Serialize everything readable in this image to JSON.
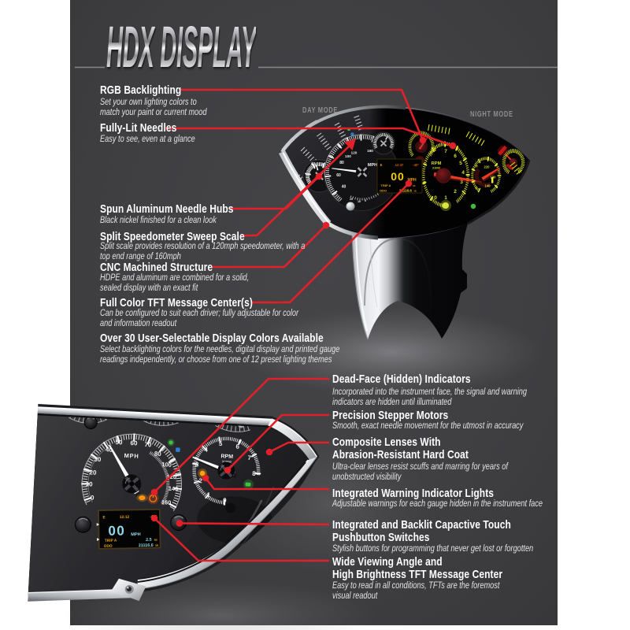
{
  "page": {
    "title": "HDX DISPLAY",
    "background_color": "#3e3e41",
    "frame_color": "#ffffff",
    "accent_red": "#e2202a",
    "gauge_yellow": "#d6de25",
    "text_color": "#ffffff"
  },
  "modes": {
    "day": "DAY MODE",
    "night": "NIGHT MODE"
  },
  "features_left": [
    {
      "heading": [
        "RGB Backlighting"
      ],
      "desc": [
        "Set your own lighting colors to",
        "match your paint or current mood"
      ]
    },
    {
      "heading": [
        "Fully-Lit Needles"
      ],
      "desc": [
        "Easy to see, even at a glance"
      ]
    },
    {
      "heading": [
        "Spun Aluminum Needle Hubs"
      ],
      "desc": [
        "Black nickel finished for a clean look"
      ]
    },
    {
      "heading": [
        "Split Speedometer Sweep Scale"
      ],
      "desc": [
        "Split scale provides resolution of a 120mph speedometer, with a",
        "top end range of 160mph"
      ]
    },
    {
      "heading": [
        "CNC Machined Structure"
      ],
      "desc": [
        "HDPE and aluminum are combined for a solid,",
        "sealed display with an exact fit"
      ]
    },
    {
      "heading": [
        "Full Color TFT Message Center(s)"
      ],
      "desc": [
        "Can be configured to suit each driver; fully adjustable for color",
        "and information readout"
      ]
    },
    {
      "heading": [
        "Over 30 User-Selectable Display Colors Available"
      ],
      "desc": [
        "Select backlighting colors for the needles, digital display and printed gauge",
        "readings independently, or choose from one of 12 preset lighting themes"
      ]
    }
  ],
  "features_right": [
    {
      "heading": [
        "Dead-Face (Hidden) Indicators"
      ],
      "desc": [
        "Incorporated into the instrument face, the signal and warning",
        "indicators are hidden until illuminated"
      ]
    },
    {
      "heading": [
        "Precision Stepper Motors"
      ],
      "desc": [
        "Smooth, exact needle movement for the utmost in accuracy"
      ]
    },
    {
      "heading": [
        "Composite Lenses With",
        "Abrasion-Resistant Hard Coat"
      ],
      "desc": [
        "Ultra-clear lenses resist scuffs and marring for years of",
        "unobstructed visibility"
      ]
    },
    {
      "heading": [
        "Integrated Warning Indicator Lights"
      ],
      "desc": [
        "Adjustable warnings for each gauge hidden in the instrument face"
      ]
    },
    {
      "heading": [
        "Integrated and Backlit Capactive Touch",
        "Pushbutton Switches"
      ],
      "desc": [
        "Stylish buttons for programming that never get lost or forgotten"
      ]
    },
    {
      "heading": [
        "Wide Viewing Angle and",
        "High Brightness TFT Message Center"
      ],
      "desc": [
        "Easy to read in all conditions, TFTs are the foremost",
        "visual readout"
      ]
    }
  ],
  "top_cluster": {
    "speedometer": {
      "unit": "MPH",
      "labels": {
        "40": "40",
        "60": "60",
        "80": "80",
        "100": "100",
        "120": "120",
        "160": "160",
        "20": "20",
        "10": "10",
        "0": "0"
      }
    },
    "fuel_gauge": {
      "labels": {
        "40": "40",
        "80": "80"
      }
    },
    "tachometer": {
      "label": "RPM",
      "sub": "X1000",
      "labels": {
        "8": "8",
        "7": "7",
        "6": "6",
        "5": "5",
        "4": "4",
        "3": "3",
        "2": "2",
        "1": "1",
        "0": "0"
      }
    },
    "temp_gauge": {
      "labels": {
        "220": "220",
        "180": "180",
        "140": "140",
        "H": "H",
        "C": "C"
      }
    },
    "tft": {
      "indicator": "E",
      "clock": "12:37",
      "temp": "-40°",
      "speed": "00",
      "speed_unit": "MPH",
      "trip_label": "TRIP A",
      "trip_value": "2.6",
      "trip_unit": "MI",
      "odo_label": "ODO",
      "odo_value": "31116.6",
      "odo_unit": "MI"
    }
  },
  "bottom_cluster": {
    "speedometer": {
      "unit": "MPH",
      "labels": {
        "0": "0",
        "10": "10",
        "20": "20",
        "30": "30",
        "40": "40",
        "50": "50",
        "60": "60",
        "70": "70",
        "80": "80",
        "100": "100",
        "120": "120",
        "140": "140",
        "160": "160"
      }
    },
    "tachometer": {
      "label": "RPM",
      "sub": "X1000",
      "labels": {
        "0": "0",
        "1": "1",
        "2": "2",
        "3": "3",
        "4": "4",
        "5": "5",
        "6": "6",
        "7": "7",
        "8": "8"
      }
    },
    "tft": {
      "indicator": "E",
      "clock": "12:12",
      "temp": "-40°",
      "speed": "00",
      "speed_unit": "MPH",
      "trip_label": "TRIP A",
      "trip_value": "2.5",
      "trip_unit": "MI",
      "odo_label": "ODO",
      "odo_value": "31116.6",
      "odo_unit": "MI"
    }
  }
}
